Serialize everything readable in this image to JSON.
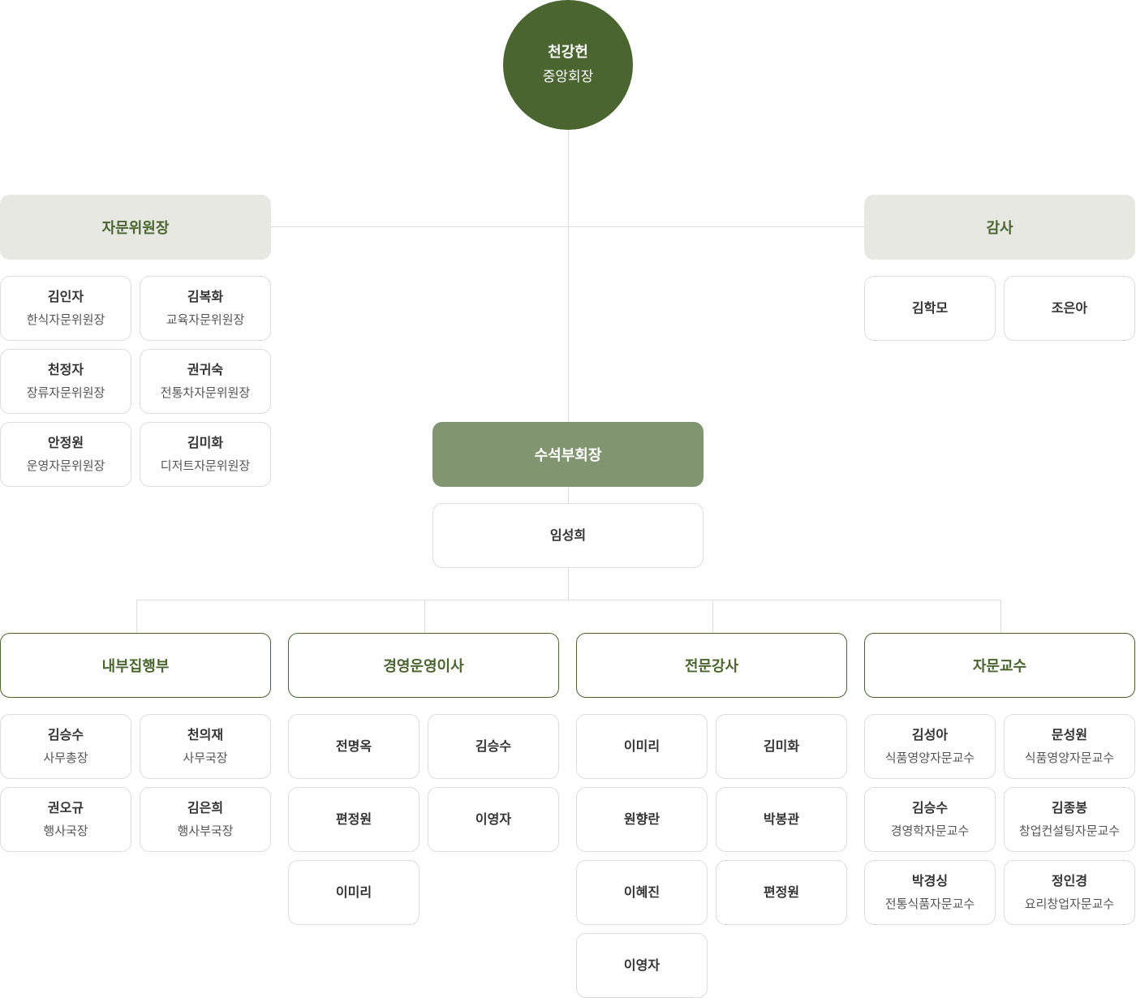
{
  "chairman": {
    "name": "천강헌",
    "title": "중앙회장"
  },
  "advisory_committee": {
    "header": "자문위원장",
    "members": [
      {
        "name": "김인자",
        "title": "한식자문위원장"
      },
      {
        "name": "김복화",
        "title": "교육자문위원장"
      },
      {
        "name": "천정자",
        "title": "장류자문위원장"
      },
      {
        "name": "권귀숙",
        "title": "전통차자문위원장"
      },
      {
        "name": "안정원",
        "title": "운영자문위원장"
      },
      {
        "name": "김미화",
        "title": "디저트자문위원장"
      }
    ]
  },
  "auditor": {
    "header": "감사",
    "members": [
      {
        "name": "김학모"
      },
      {
        "name": "조은아"
      }
    ]
  },
  "vice_chairman": {
    "header": "수석부회장",
    "name": "임성희"
  },
  "departments": [
    {
      "header": "내부집행부",
      "members": [
        {
          "name": "김승수",
          "title": "사무총장"
        },
        {
          "name": "천의재",
          "title": "사무국장"
        },
        {
          "name": "권오규",
          "title": "행사국장"
        },
        {
          "name": "김은희",
          "title": "행사부국장"
        }
      ]
    },
    {
      "header": "경영운영이사",
      "members": [
        {
          "name": "전명옥"
        },
        {
          "name": "김승수"
        },
        {
          "name": "편정원"
        },
        {
          "name": "이영자"
        },
        {
          "name": "이미리"
        }
      ]
    },
    {
      "header": "전문강사",
      "members": [
        {
          "name": "이미리"
        },
        {
          "name": "김미화"
        },
        {
          "name": "원향란"
        },
        {
          "name": "박봉관"
        },
        {
          "name": "이혜진"
        },
        {
          "name": "편정원"
        },
        {
          "name": "이영자"
        }
      ]
    },
    {
      "header": "자문교수",
      "members": [
        {
          "name": "김성아",
          "title": "식품영양자문교수"
        },
        {
          "name": "문성원",
          "title": "식품영양자문교수"
        },
        {
          "name": "김승수",
          "title": "경영학자문교수"
        },
        {
          "name": "김종봉",
          "title": "창업컨설팅자문교수"
        },
        {
          "name": "박경싱",
          "title": "전통식품자문교수"
        },
        {
          "name": "정인경",
          "title": "요리창업자문교수"
        }
      ]
    }
  ],
  "colors": {
    "primary": "#4a652f",
    "vice": "#819670",
    "header_gray": "#e6e8e1",
    "border": "#dddddd"
  }
}
